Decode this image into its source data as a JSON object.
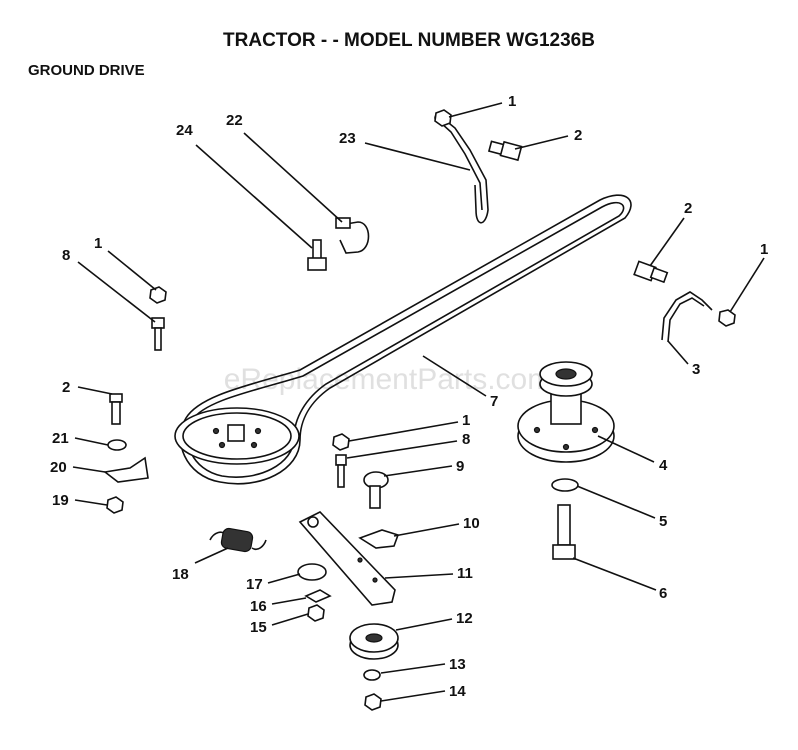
{
  "title": "TRACTOR - - MODEL NUMBER WG1236B",
  "section": "GROUND DRIVE",
  "watermark": "eReplacementParts.com",
  "callouts": [
    {
      "id": "c1a",
      "label": "1"
    },
    {
      "id": "c2a",
      "label": "2"
    },
    {
      "id": "c23",
      "label": "23"
    },
    {
      "id": "c24",
      "label": "24"
    },
    {
      "id": "c22",
      "label": "22"
    },
    {
      "id": "c2b",
      "label": "2"
    },
    {
      "id": "c1b",
      "label": "1"
    },
    {
      "id": "c1c",
      "label": "1"
    },
    {
      "id": "c8a",
      "label": "8"
    },
    {
      "id": "c3",
      "label": "3"
    },
    {
      "id": "c7",
      "label": "7"
    },
    {
      "id": "c2c",
      "label": "2"
    },
    {
      "id": "c21",
      "label": "21"
    },
    {
      "id": "c20",
      "label": "20"
    },
    {
      "id": "c19",
      "label": "19"
    },
    {
      "id": "c1d",
      "label": "1"
    },
    {
      "id": "c8b",
      "label": "8"
    },
    {
      "id": "c9",
      "label": "9"
    },
    {
      "id": "c4",
      "label": "4"
    },
    {
      "id": "c5",
      "label": "5"
    },
    {
      "id": "c10",
      "label": "10"
    },
    {
      "id": "c18",
      "label": "18"
    },
    {
      "id": "c11",
      "label": "11"
    },
    {
      "id": "c17",
      "label": "17"
    },
    {
      "id": "c16",
      "label": "16"
    },
    {
      "id": "c15",
      "label": "15"
    },
    {
      "id": "c6",
      "label": "6"
    },
    {
      "id": "c12",
      "label": "12"
    },
    {
      "id": "c13",
      "label": "13"
    },
    {
      "id": "c14",
      "label": "14"
    }
  ]
}
